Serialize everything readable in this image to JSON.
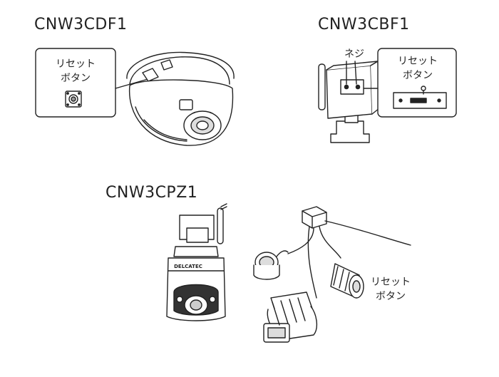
{
  "models": {
    "cdf": "CNW3CDF1",
    "cbf": "CNW3CBF1",
    "cpz": "CNW3CPZ1"
  },
  "labels": {
    "reset_button_line1": "リセット",
    "reset_button_line2": "ボタン",
    "screw": "ネジ",
    "brand": "DELCATEC"
  }
}
